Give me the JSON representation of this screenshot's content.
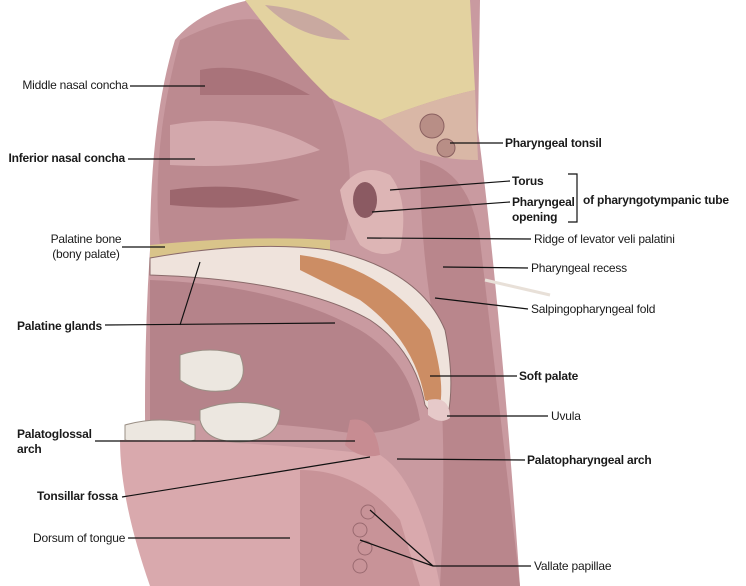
{
  "labels": {
    "middle_nasal_concha": "Middle nasal concha",
    "inferior_nasal_concha": "Inferior nasal concha",
    "palatine_bone_1": "Palatine bone",
    "palatine_bone_2": "(bony palate)",
    "palatine_glands": "Palatine glands",
    "palatoglossal_arch_1": "Palatoglossal",
    "palatoglossal_arch_2": "arch",
    "tonsillar_fossa": "Tonsillar fossa",
    "dorsum_of_tongue": "Dorsum of tongue",
    "pharyngeal_tonsil": "Pharyngeal tonsil",
    "torus": "Torus",
    "pharyngeal_opening_1": "Pharyngeal",
    "pharyngeal_opening_2": "opening",
    "pharyngotympanic_tube": "of pharyngotympanic tube",
    "ridge_levator": "Ridge of levator veli palatini",
    "pharyngeal_recess": "Pharyngeal recess",
    "salpingopharyngeal_fold": "Salpingopharyngeal fold",
    "soft_palate": "Soft palate",
    "uvula": "Uvula",
    "palatopharyngeal_arch": "Palatopharyngeal arch",
    "vallate_papillae": "Vallate papillae"
  },
  "colors": {
    "tissue": "#c99aa0",
    "tissue_dark": "#a8747c",
    "bone": "#e3d2a0",
    "gland": "#efe3dc",
    "muscle": "#c0703c",
    "leader": "#111111"
  }
}
